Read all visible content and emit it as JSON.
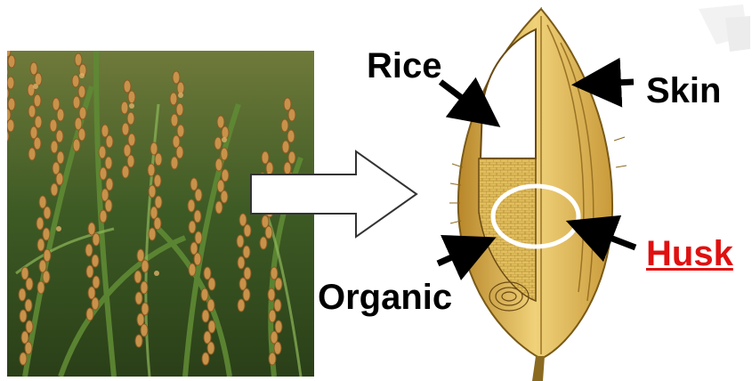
{
  "labels": {
    "rice": "Rice",
    "skin": "Skin",
    "husk": "Husk",
    "organic": "Organic"
  },
  "colors": {
    "husk_label": "#e01010",
    "grain_gold": "#d9b24a",
    "grain_light": "#f0d27a",
    "highlight_circle": "#ffffff",
    "pointer_arrows": "#000000"
  },
  "icons": {
    "transition": "right-arrow-icon"
  }
}
